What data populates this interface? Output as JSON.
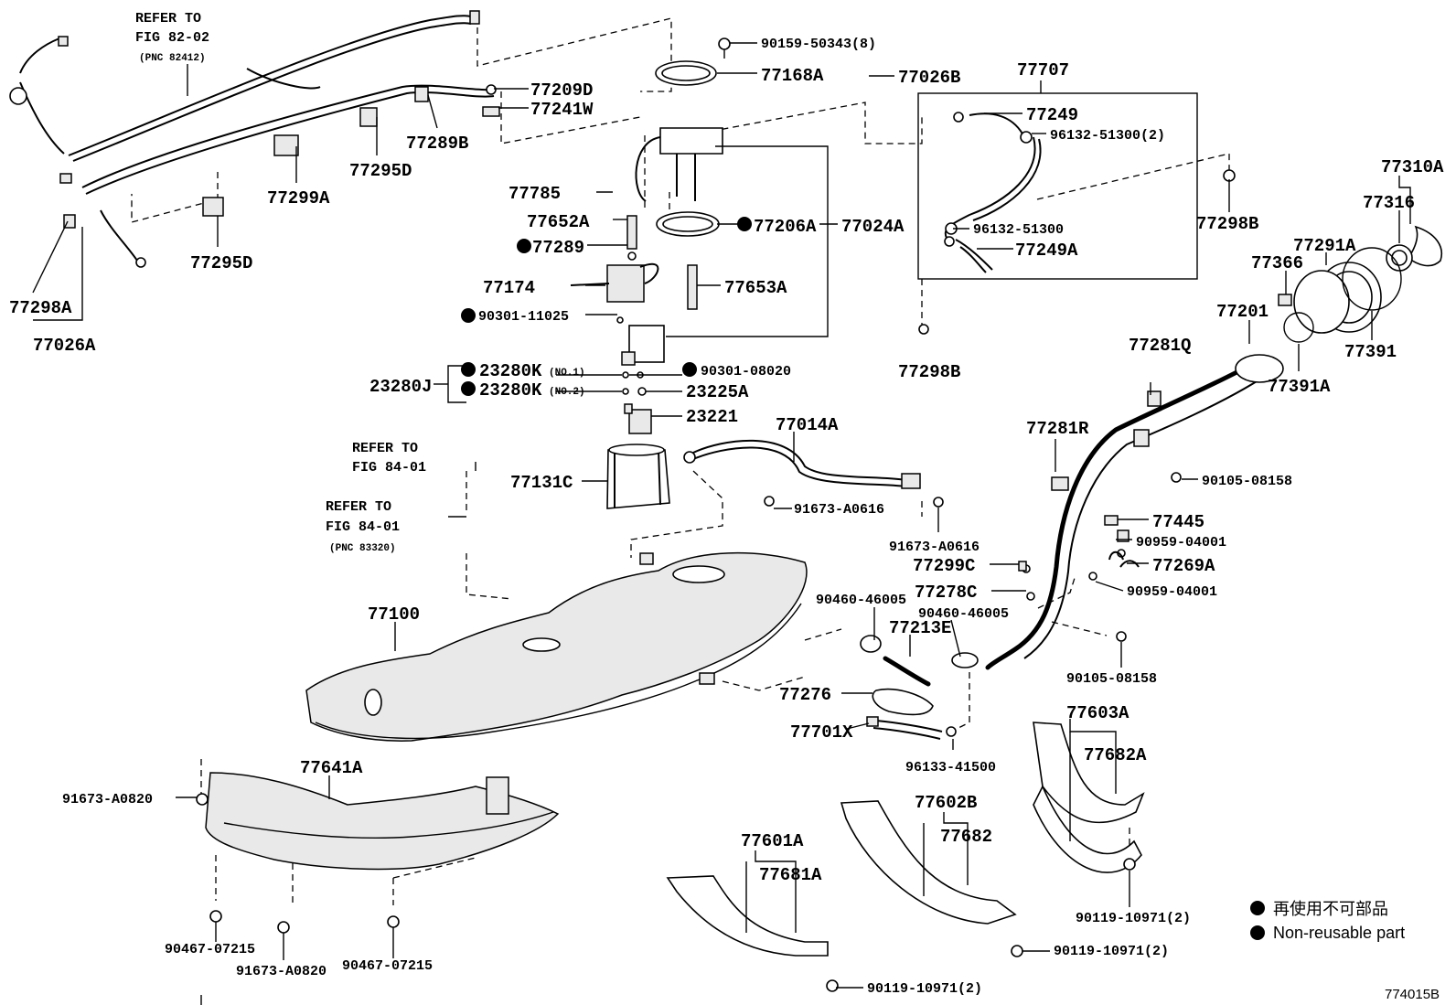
{
  "legend": {
    "jp": "再使用不可部品",
    "en": "Non-reusable part"
  },
  "figure_code": "774015B",
  "refs": [
    {
      "l1": "REFER TO",
      "l2": "FIG 82-02",
      "l3": "(PNC 82412)"
    },
    {
      "l1": "REFER TO",
      "l2": "FIG 84-01"
    },
    {
      "l1": "REFER TO",
      "l2": "FIG 84-01",
      "l3": "(PNC 83320)"
    }
  ],
  "sub_labels": {
    "no1": "(NO.1)",
    "no2": "(NO.2)"
  },
  "labels": {
    "p77209D": "77209D",
    "p77241W": "77241W",
    "p77289B": "77289B",
    "p77295D_a": "77295D",
    "p77299A": "77299A",
    "p77295D_b": "77295D",
    "p77298A": "77298A",
    "p77026A": "77026A",
    "p90159": "90159-50343(8)",
    "p77168A": "77168A",
    "p77026B": "77026B",
    "p77707": "77707",
    "p77249": "77249",
    "p96132_2": "96132-51300(2)",
    "p96132": "96132-51300",
    "p77249A": "77249A",
    "p77298B_a": "77298B",
    "p77298B_b": "77298B",
    "p77310A": "77310A",
    "p77316": "77316",
    "p77366": "77366",
    "p77291A": "77291A",
    "p77201": "77201",
    "p77391": "77391",
    "p77391A": "77391A",
    "p77785": "77785",
    "p77652A": "77652A",
    "p77289": "77289",
    "p77206A": "77206A",
    "p77024A": "77024A",
    "p77174": "77174",
    "p77653A": "77653A",
    "p90301_11025": "90301-11025",
    "p23280K_1": "23280K",
    "p23280K_2": "23280K",
    "p23280J": "23280J",
    "p90301_08020": "90301-08020",
    "p23225A": "23225A",
    "p23221": "23221",
    "p77014A": "77014A",
    "p77131C": "77131C",
    "p91673_A0616_a": "91673-A0616",
    "p91673_A0616_b": "91673-A0616",
    "p77281Q": "77281Q",
    "p77281R": "77281R",
    "p90105_a": "90105-08158",
    "p77445": "77445",
    "p90959_a": "90959-04001",
    "p77269A": "77269A",
    "p90959_b": "90959-04001",
    "p77299C": "77299C",
    "p77278C": "77278C",
    "p90460_a": "90460-46005",
    "p90460_b": "90460-46005",
    "p77213E": "77213E",
    "p90105_b": "90105-08158",
    "p77100": "77100",
    "p77276": "77276",
    "p77701X": "77701X",
    "p96133": "96133-41500",
    "p77603A": "77603A",
    "p77682A": "77682A",
    "p77641A": "77641A",
    "p91673_A0820_a": "91673-A0820",
    "p77602B": "77602B",
    "p77682": "77682",
    "p77601A": "77601A",
    "p77681A": "77681A",
    "p90119_a": "90119-10971(2)",
    "p90119_b": "90119-10971(2)",
    "p90119_c": "90119-10971(2)",
    "p90467_a": "90467-07215",
    "p91673_A0820_b": "91673-A0820",
    "p90467_b": "90467-07215"
  }
}
